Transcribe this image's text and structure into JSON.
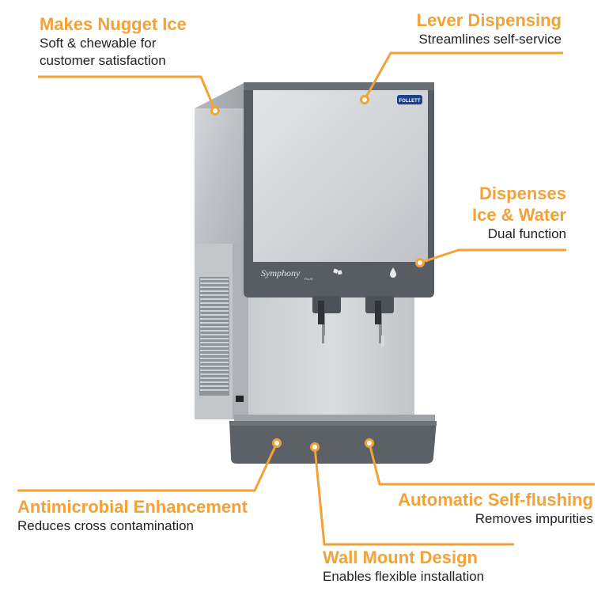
{
  "accent_color": "#f2a237",
  "features": {
    "nugget_ice": {
      "title": "Makes Nugget Ice",
      "desc_line1": "Soft & chewable for",
      "desc_line2": "customer satisfaction"
    },
    "lever_dispensing": {
      "title": "Lever Dispensing",
      "desc": "Streamlines self-service"
    },
    "ice_water": {
      "title_line1": "Dispenses",
      "title_line2": "Ice & Water",
      "desc": "Dual function"
    },
    "antimicrobial": {
      "title": "Antimicrobial Enhancement",
      "desc": "Reduces cross contamination"
    },
    "self_flushing": {
      "title": "Automatic Self-flushing",
      "desc": "Removes impurities"
    },
    "wall_mount": {
      "title": "Wall Mount Design",
      "desc": "Enables flexible installation"
    }
  },
  "product": {
    "brand_badge": "FOLLETT",
    "model_script": "Symphony",
    "model_sub": "PLUS"
  },
  "icons": [
    "ice-cubes-icon",
    "water-drop-icon"
  ]
}
